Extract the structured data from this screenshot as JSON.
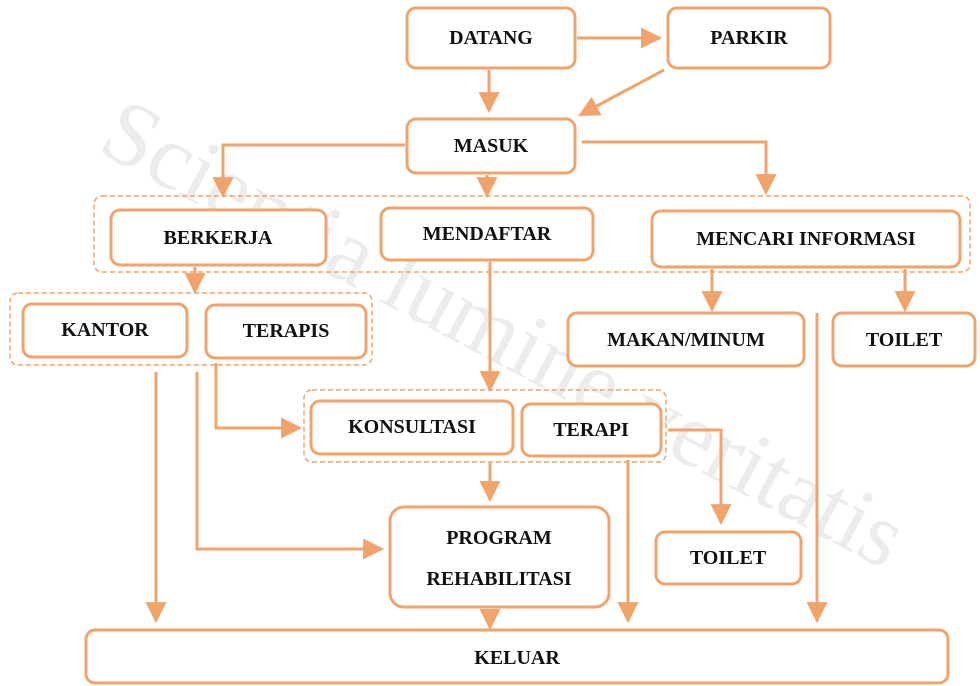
{
  "watermark": {
    "text": "Scientia lumine veritatis",
    "color": "#ececec"
  },
  "colors": {
    "box_stroke": "#f0a36b",
    "arrow": "#f0a36b",
    "group_dash": "#f0a36b",
    "text": "#111111"
  },
  "nodes": {
    "datang": "DATANG",
    "parkir": "PARKIR",
    "masuk": "MASUK",
    "berkerja": "BERKERJA",
    "mendaftar": "MENDAFTAR",
    "mencari_informasi": "MENCARI INFORMASI",
    "kantor": "KANTOR",
    "terapis": "TERAPIS",
    "makan_minum": "MAKAN/MINUM",
    "toilet_1": "TOILET",
    "konsultasi": "KONSULTASI",
    "terapi": "TERAPI",
    "program_line1": "PROGRAM",
    "program_line2": "REHABILITASI",
    "toilet_2": "TOILET",
    "keluar": "KELUAR"
  }
}
